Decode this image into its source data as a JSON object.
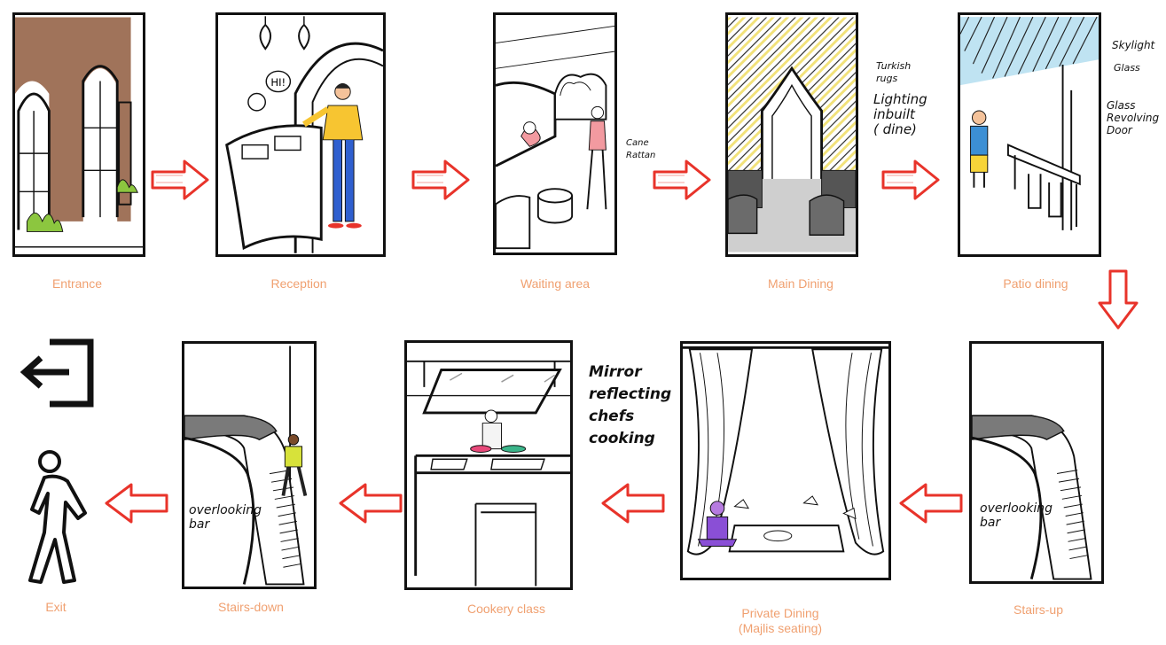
{
  "colors": {
    "caption": "#f0a070",
    "arrow": "#e8332a",
    "ink": "#111111",
    "brick": "#a0735a",
    "plant": "#8cc63f"
  },
  "steps": [
    {
      "id": "entrance",
      "label": "Entrance"
    },
    {
      "id": "reception",
      "label": "Reception"
    },
    {
      "id": "waiting",
      "label": "Waiting area"
    },
    {
      "id": "main-dining",
      "label": "Main Dining"
    },
    {
      "id": "patio",
      "label": "Patio dining"
    },
    {
      "id": "stairs-up",
      "label": "Stairs-up"
    },
    {
      "id": "private-dining",
      "label": "Private Dining\n(Majlis seating)"
    },
    {
      "id": "cookery",
      "label": "Cookery class"
    },
    {
      "id": "stairs-down",
      "label": "Stairs-down"
    },
    {
      "id": "exit",
      "label": "Exit"
    }
  ],
  "annotations": {
    "reception_bubble": "HI!",
    "waiting": "Cane\nRattan",
    "main_dining_rugs": "Turkish\nrugs",
    "main_dining_lighting": "Lighting\ninbuilt\n( dine)",
    "patio_skylight": "Skylight",
    "patio_glass": "Glass",
    "patio_door": "Glass\nRevolving\nDoor",
    "stairs_up_bar": "overlooking\nbar",
    "stairs_down_bar": "overlooking\nbar",
    "cookery_mirror": "Mirror\nreflecting\nchefs\ncooking"
  },
  "icons": {
    "exit_door": "exit-door-icon",
    "walking_person": "walking-person-icon",
    "flow_arrow": "flow-arrow-icon"
  }
}
